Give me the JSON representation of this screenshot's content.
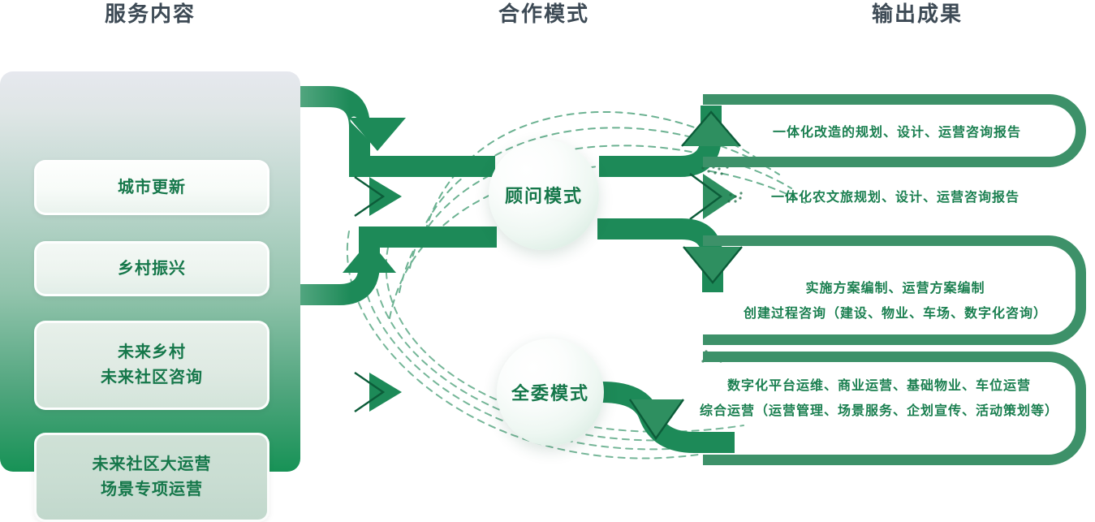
{
  "headers": {
    "service": "服务内容",
    "mode": "合作模式",
    "output": "输出成果"
  },
  "colors": {
    "header_text": "#3d4a55",
    "brand_green": "#1a7f50",
    "arrow_green": "#1d8a58",
    "arrow_green_light": "#4da27c",
    "pill_border": "#3d9169",
    "card_text": "#15774a",
    "panel_gradient_top": "#e6e8ee",
    "panel_gradient_bottom": "#179256"
  },
  "service_cards": [
    {
      "lines": [
        "城市更新"
      ]
    },
    {
      "lines": [
        "乡村振兴"
      ]
    },
    {
      "lines": [
        "未来乡村",
        "未来社区咨询"
      ]
    },
    {
      "lines": [
        "未来社区大运营",
        "场景专项运营"
      ]
    }
  ],
  "modes": [
    {
      "label": "顾问模式"
    },
    {
      "label": "全委模式"
    }
  ],
  "outputs": [
    {
      "lines": [
        "一体化改造的规划、设计、运营咨询报告"
      ]
    },
    {
      "lines": [
        "一体化农文旅规划、设计、运营咨询报告"
      ]
    },
    {
      "lines": [
        "实施方案编制、运营方案编制",
        "创建过程咨询（建设、物业、车场、数字化咨询）"
      ]
    },
    {
      "lines": [
        "数字化平台运维、商业运营、基础物业、车位运营",
        "综合运营（运营管理、场景服务、企划宣传、活动策划等）"
      ]
    }
  ],
  "icons": {
    "flow_arrow": "arrow-right-icon",
    "curved_arrow": "curved-arrow-icon",
    "dashed_arc": "dashed-arc-icon"
  }
}
